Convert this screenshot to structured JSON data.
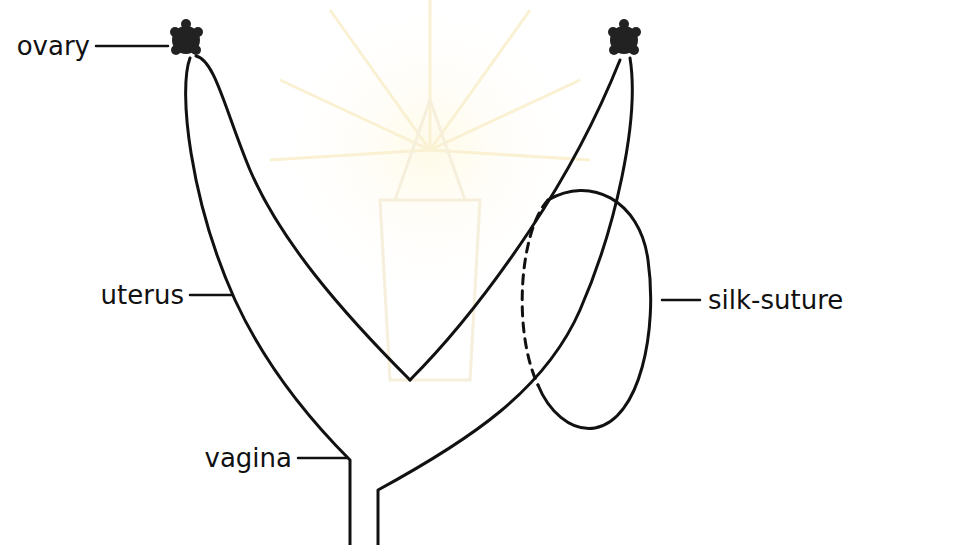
{
  "diagram": {
    "labels": [
      "ovary",
      "uterus",
      "silk-suture",
      "vagina"
    ]
  }
}
